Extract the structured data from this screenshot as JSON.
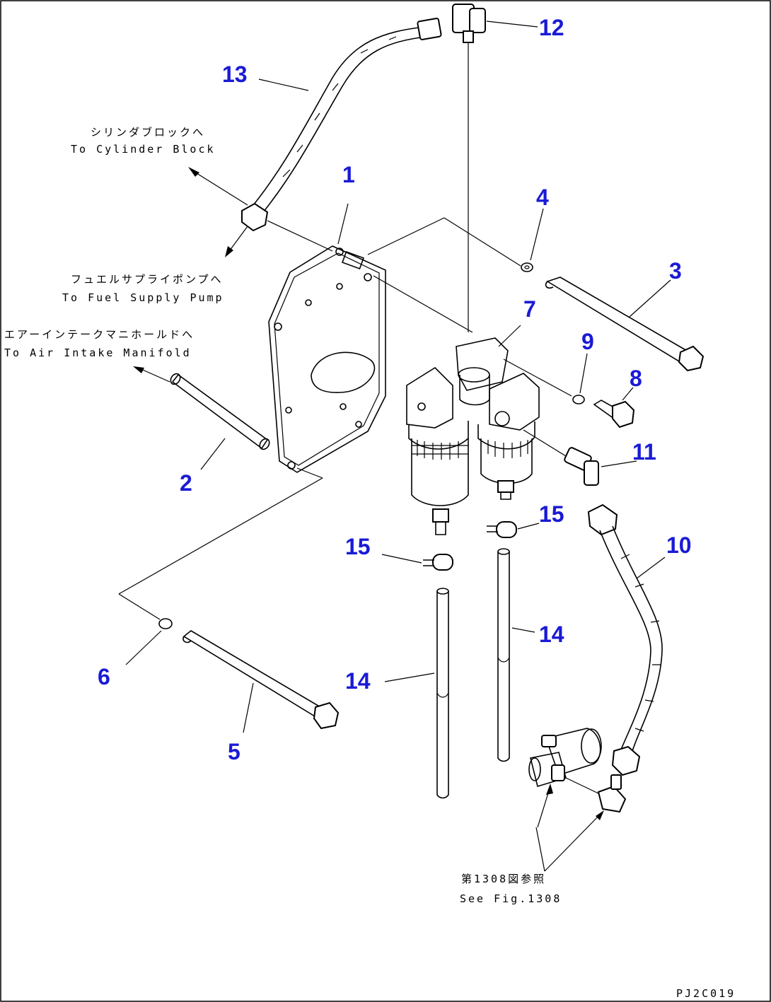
{
  "labels": {
    "p1": "1",
    "p2": "2",
    "p3": "3",
    "p4": "4",
    "p5": "5",
    "p6": "6",
    "p7": "7",
    "p8": "8",
    "p9": "9",
    "p10": "10",
    "p11": "11",
    "p12": "12",
    "p13": "13",
    "p14a": "14",
    "p14b": "14",
    "p15a": "15",
    "p15b": "15"
  },
  "notes": {
    "cylinder_jp": "シリンダブロックへ",
    "cylinder_en": "To Cylinder Block",
    "fuel_jp": "フュエルサプライポンプへ",
    "fuel_en": "To Fuel Supply Pump",
    "air_jp": "エアーインテークマニホールドへ",
    "air_en": "To Air Intake Manifold",
    "see_jp": "第1308図参照",
    "see_en": "See Fig.1308"
  },
  "drawing_code": "PJ2C019"
}
